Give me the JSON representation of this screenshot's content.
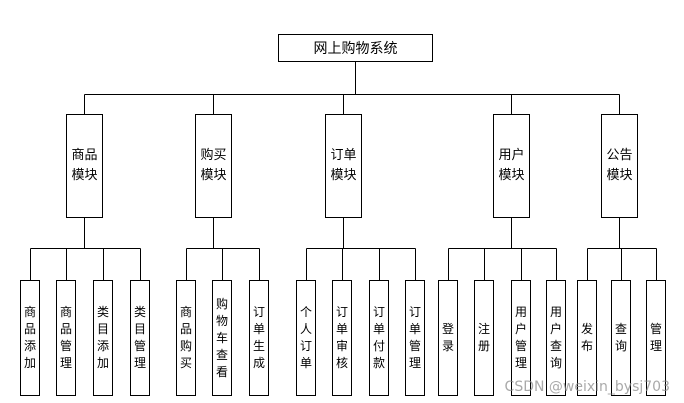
{
  "diagram": {
    "root": "网上购物系统",
    "modules": [
      {
        "label": "商品模块",
        "children": [
          "商品添加",
          "商品管理",
          "类目添加",
          "类目管理"
        ]
      },
      {
        "label": "购买模块",
        "children": [
          "商品购买",
          "购物车查看",
          "订单生成"
        ]
      },
      {
        "label": "订单模块",
        "children": [
          "个人订单",
          "订单审核",
          "订单付款",
          "订单管理"
        ]
      },
      {
        "label": "用户模块",
        "children": [
          "登录",
          "注册",
          "用户管理",
          "用户查询"
        ]
      },
      {
        "label": "公告模块",
        "children": [
          "发布",
          "查询",
          "管理"
        ]
      }
    ]
  },
  "watermark": "CSDN @weixin_bysj703"
}
